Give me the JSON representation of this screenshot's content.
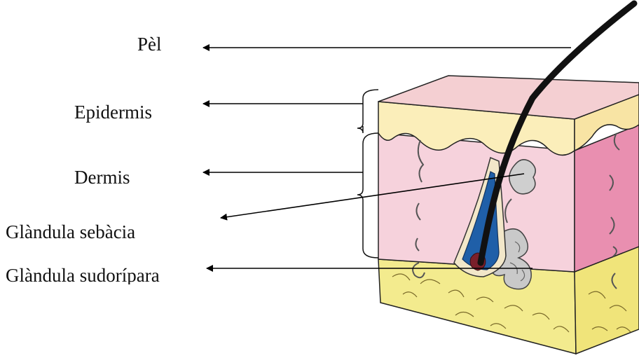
{
  "labels": {
    "pel": "Pèl",
    "epidermis": "Epidermis",
    "dermis": "Dermis",
    "sebaceous": "Glàndula sebàcia",
    "sweat": "Glàndula sudorípara"
  },
  "colors": {
    "epidermis": "#fbeeba",
    "skin_surface": "#f4cfd2",
    "dermis": "#f6d2dc",
    "dermis_side": "#e98fb0",
    "fat": "#f3eb8e",
    "hair": "#111111",
    "follicle_blue": "#1f5fa8",
    "gland": "#c9c9c9",
    "arrow": "#000000"
  }
}
